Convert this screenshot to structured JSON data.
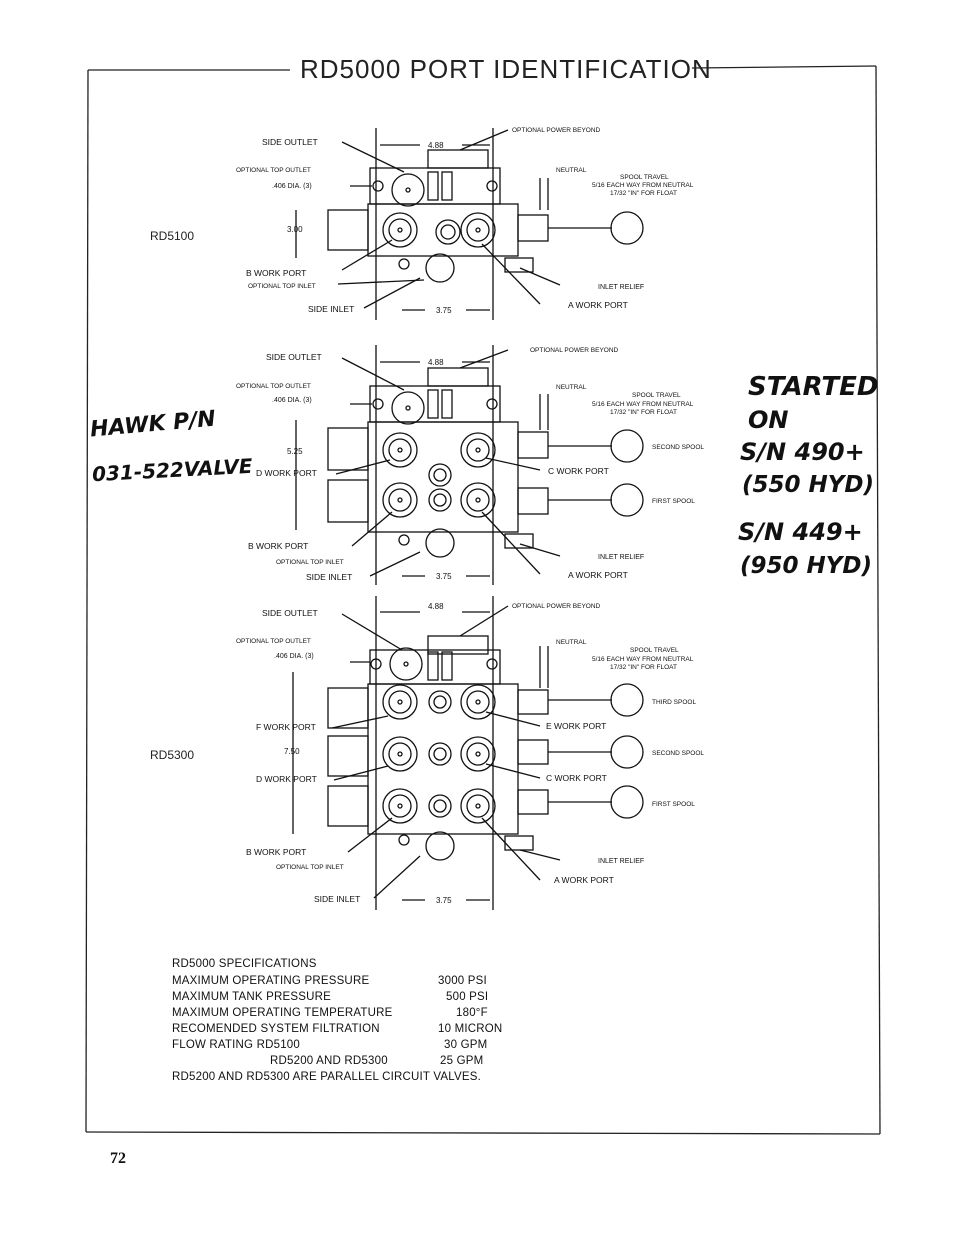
{
  "page": {
    "title": "RD5000 PORT IDENTIFICATION",
    "page_number": "72"
  },
  "handwritten": {
    "left_line1": "HAWK P/N",
    "left_line2": "031-522VALVE",
    "right_line1": "STARTED",
    "right_line2": "ON",
    "right_line3": "S/N 490+",
    "right_line4": "(550 HYD)",
    "right_line5": "S/N 449+",
    "right_line6": "(950 HYD)"
  },
  "models": {
    "rd5100": "RD5100",
    "rd5300": "RD5300"
  },
  "labels": {
    "side_outlet": "SIDE OUTLET",
    "optional_top_outlet": "OPTIONAL TOP OUTLET",
    "dia": ".406 DIA. (3)",
    "optional_power_beyond": "OPTIONAL POWER BEYOND",
    "neutral": "NEUTRAL",
    "spool_travel": "SPOOL TRAVEL",
    "spool_travel_2": "5/16 EACH WAY FROM NEUTRAL",
    "spool_travel_3": "17/32 \"IN\" FOR FLOAT",
    "b_work_port": "B WORK PORT",
    "d_work_port": "D WORK PORT",
    "f_work_port": "F WORK PORT",
    "a_work_port": "A WORK PORT",
    "c_work_port": "C WORK PORT",
    "e_work_port": "E WORK PORT",
    "optional_top_inlet": "OPTIONAL TOP INLET",
    "side_inlet": "SIDE INLET",
    "inlet_relief": "INLET RELIEF",
    "first_spool": "FIRST SPOOL",
    "second_spool": "SECOND SPOOL",
    "third_spool": "THIRD SPOOL",
    "dim_width": "4.88",
    "dim_inlet": "3.75",
    "dim_h1": "3.00",
    "dim_h2": "5.25",
    "dim_h3": "7.50"
  },
  "specs": {
    "heading": "RD5000 SPECIFICATIONS",
    "rows": [
      {
        "label": "MAXIMUM OPERATING PRESSURE",
        "value": "3000 PSI"
      },
      {
        "label": "MAXIMUM TANK PRESSURE",
        "value": "500 PSI"
      },
      {
        "label": "MAXIMUM OPERATING TEMPERATURE",
        "value": "180°F"
      },
      {
        "label": "RECOMENDED SYSTEM FILTRATION",
        "value": "10 MICRON"
      },
      {
        "label": "FLOW RATING   RD5100",
        "value": "30 GPM"
      },
      {
        "label": "RD5200 AND RD5300",
        "value": "25 GPM"
      }
    ],
    "note": "RD5200 AND RD5300 ARE PARALLEL CIRCUIT VALVES."
  }
}
